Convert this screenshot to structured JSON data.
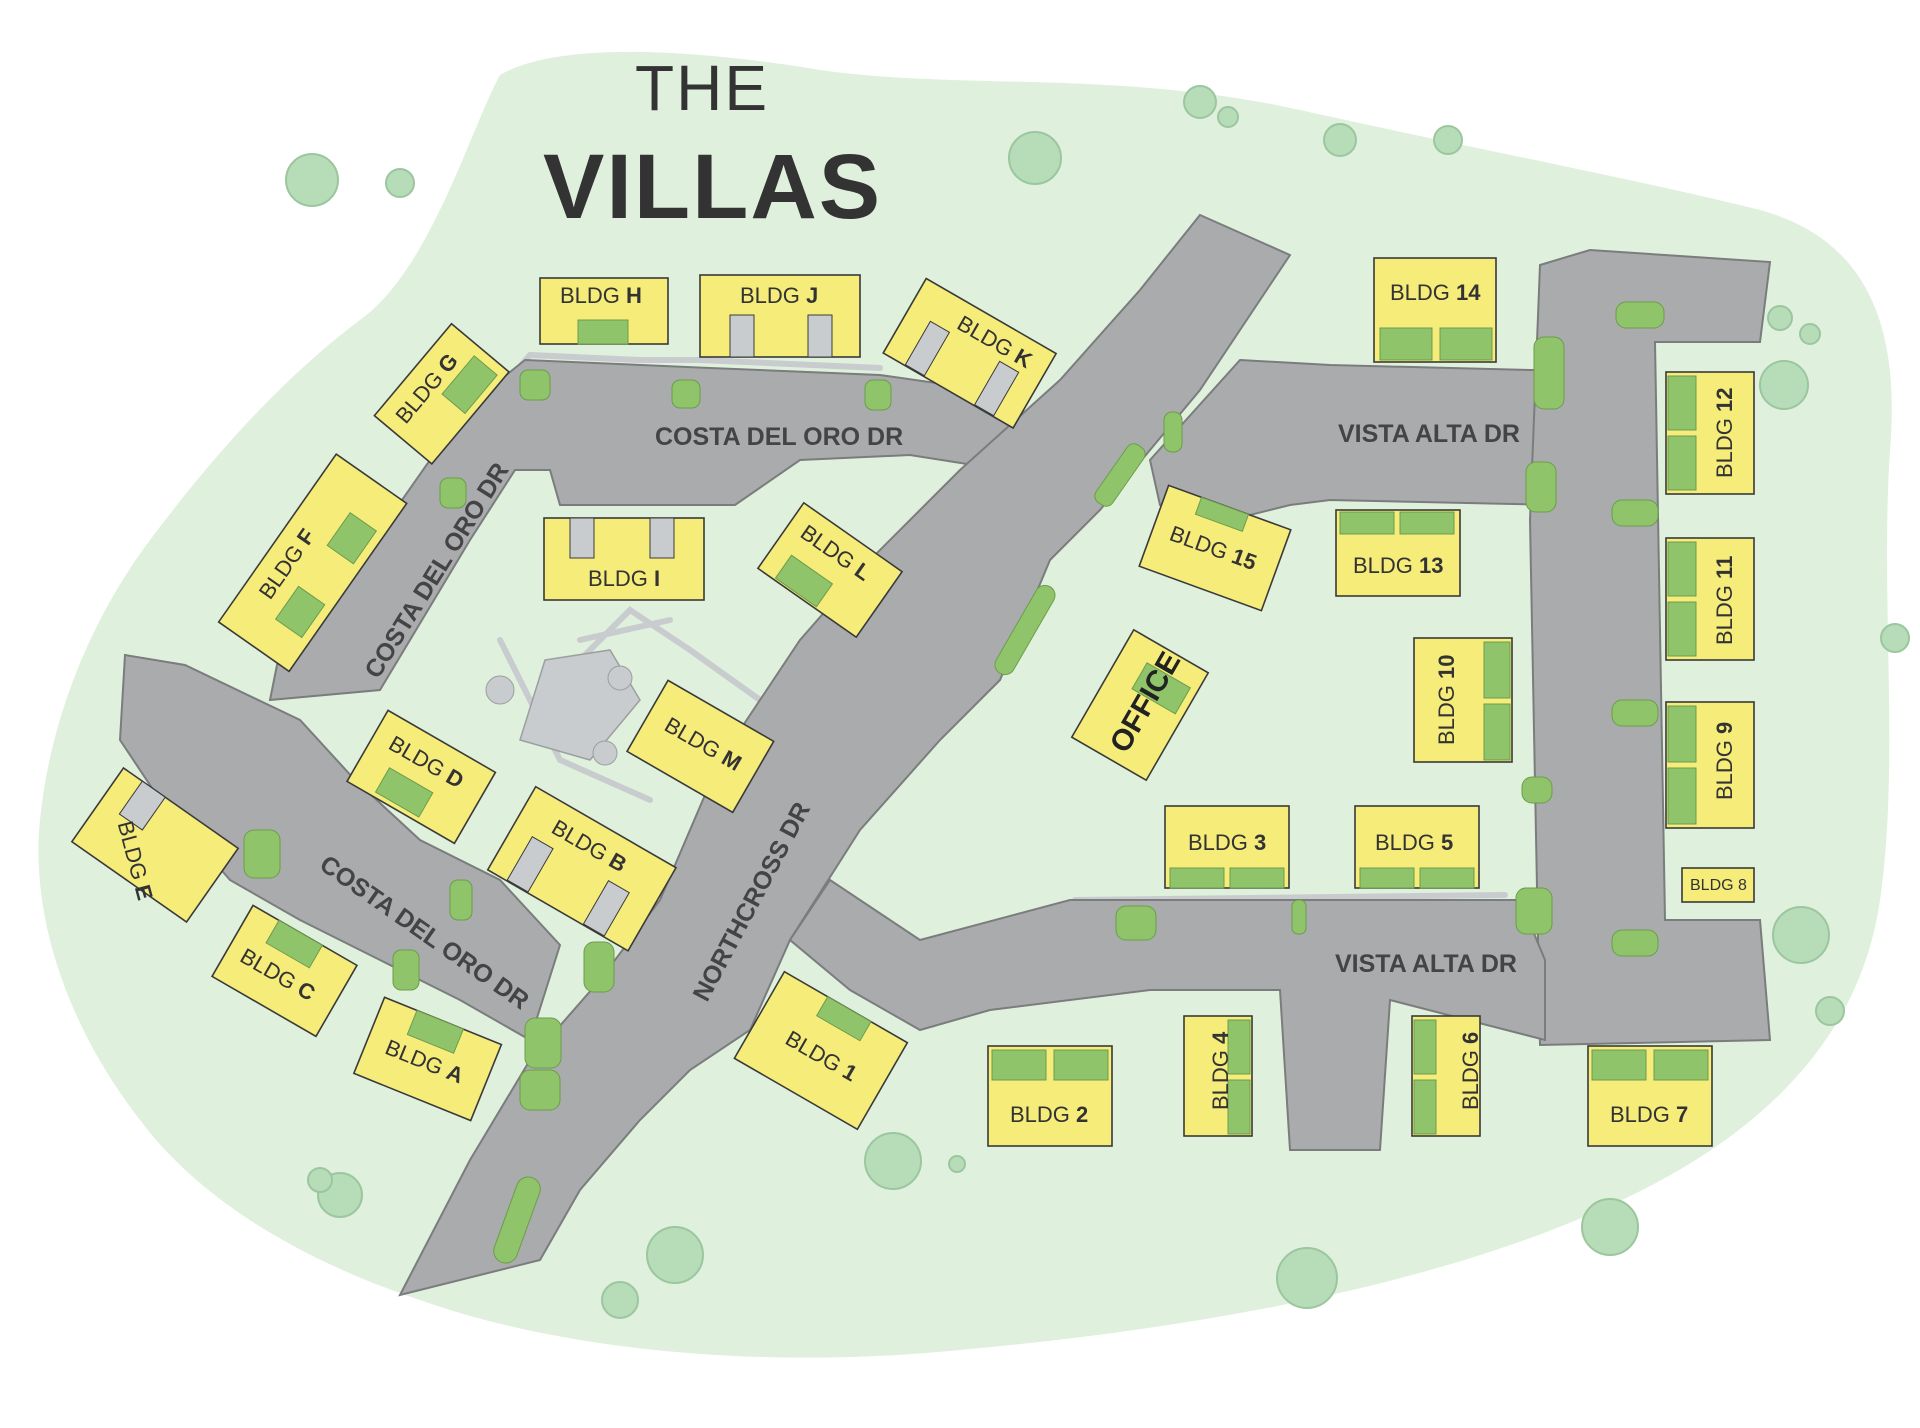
{
  "title": {
    "line1": "THE",
    "line2": "VILLAS"
  },
  "colors": {
    "background": "#ffffff",
    "ground": "#dff0dc",
    "road": "#a9abad",
    "building": "#f6ec7a",
    "lawn": "#8fc46a",
    "tree": "#b6dcb8"
  },
  "streets": {
    "costa_del_oro_top": "COSTA DEL ORO DR",
    "costa_del_oro_left": "COSTA DEL ORO DR",
    "costa_del_oro_bottom": "COSTA DEL ORO DR",
    "northcross": "NORTHCROSS DR",
    "vista_alta_top": "VISTA ALTA DR",
    "vista_alta_bottom": "VISTA ALTA DR"
  },
  "buildings": {
    "prefix": "BLDG",
    "A": "A",
    "B": "B",
    "C": "C",
    "D": "D",
    "E": "E",
    "F": "F",
    "G": "G",
    "H": "H",
    "I": "I",
    "J": "J",
    "K": "K",
    "L": "L",
    "M": "M",
    "b1": "1",
    "b2": "2",
    "b3": "3",
    "b4": "4",
    "b5": "5",
    "b6": "6",
    "b7": "7",
    "b8": "8",
    "b9": "9",
    "b10": "10",
    "b11": "11",
    "b12": "12",
    "b13": "13",
    "b14": "14",
    "b15": "15",
    "office": "OFFICE"
  }
}
